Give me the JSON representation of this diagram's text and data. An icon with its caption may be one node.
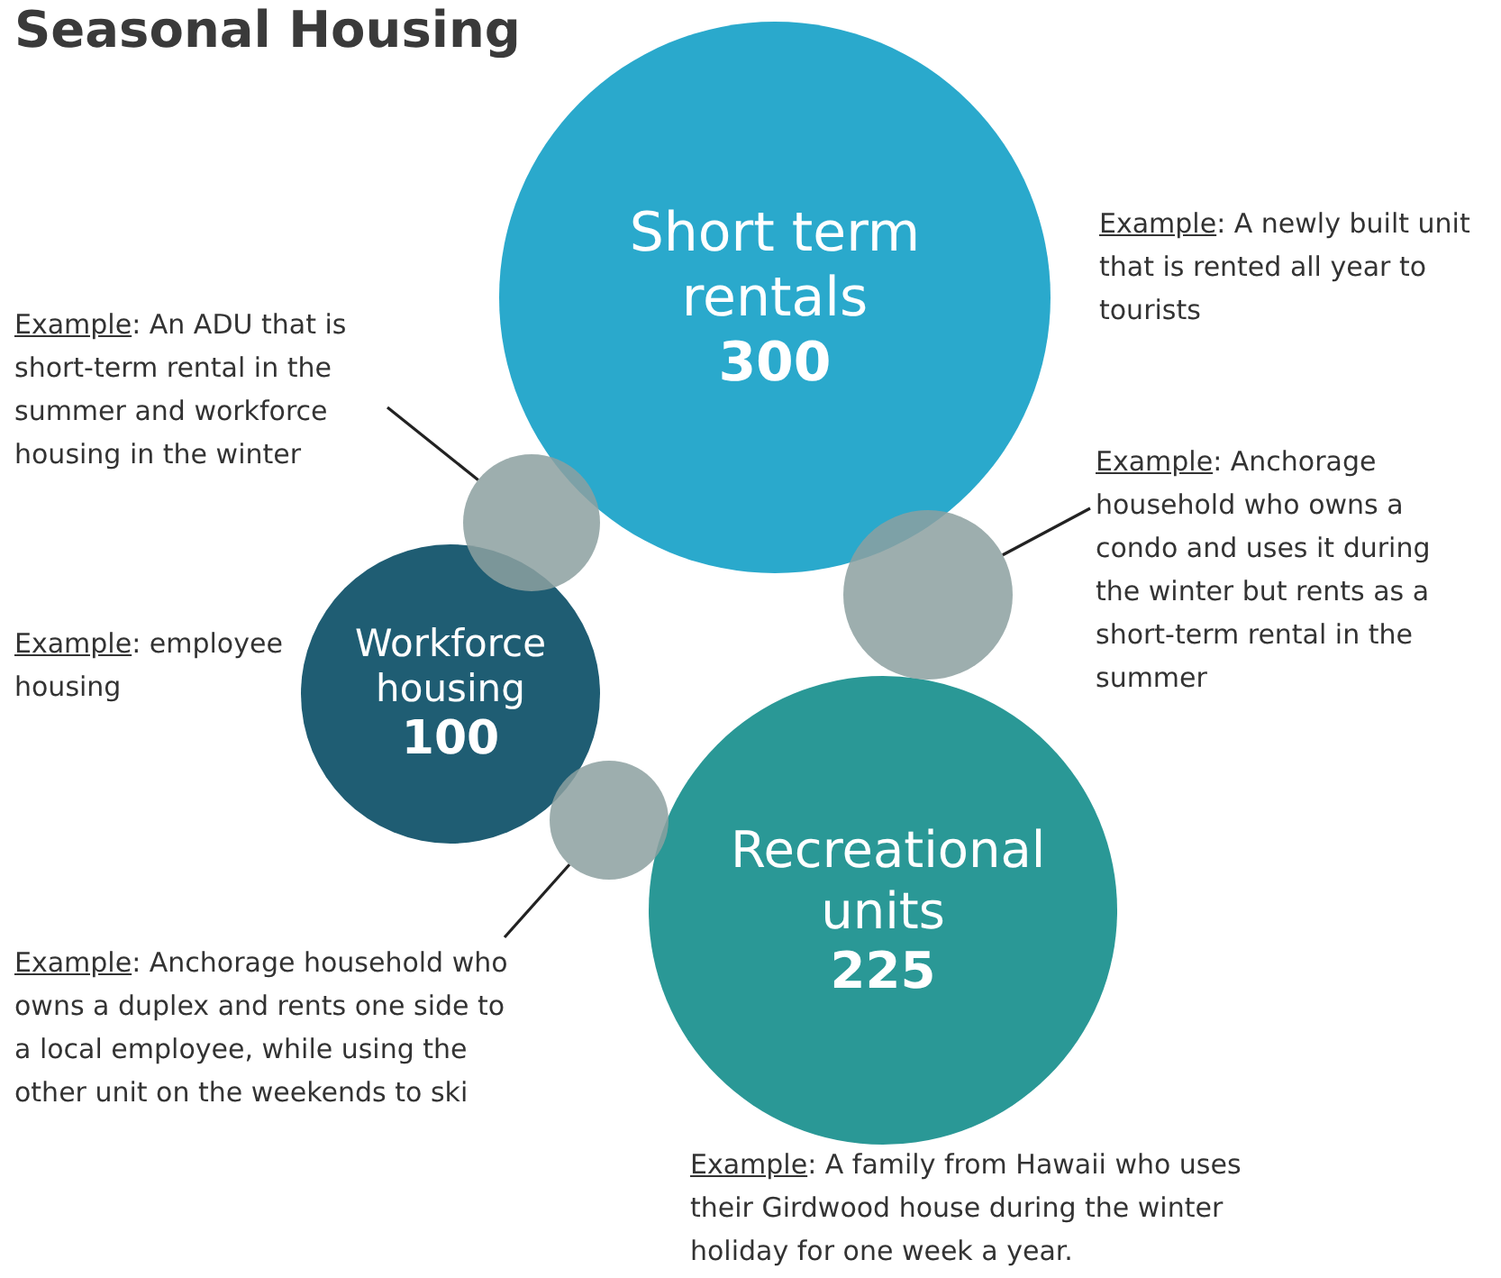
{
  "diagram": {
    "title": "Seasonal Housing",
    "nodes": [
      {
        "text": [
          "Short term rentals",
          "300"
        ],
        "beside": [
          "Example: A newly built unit that is rented all year to tourists"
        ]
      },
      {
        "text": [
          "Workforce housing",
          "100"
        ],
        "beside": [
          "Example: employee housing"
        ]
      },
      {
        "text": [
          "Recreational units",
          "225"
        ],
        "beside": [
          "Example: A family from Hawaii who uses their Girdwood house during the winter holiday for one week a year."
        ]
      },
      {
        "text": [],
        "shape": "circle"
      },
      {
        "text": [],
        "shape": "circle"
      },
      {
        "text": [],
        "shape": "circle"
      },
      {
        "text": [
          "Example: An ADU that is short-term rental in the summer and workforce housing in the winter"
        ]
      },
      {
        "text": [
          "Example: Anchorage household who owns a condo and uses it during the winter but rents as a short-term rental in the summer"
        ]
      },
      {
        "text": [
          "Example: Anchorage household who owns a duplex and rents one side to a local employee, while using the other unit on the weekends to ski"
        ]
      }
    ],
    "edges": [
      {
        "from": 6,
        "to": 3,
        "arrow": "none"
      },
      {
        "from": 7,
        "to": 4,
        "arrow": "none"
      },
      {
        "from": 8,
        "to": 5,
        "arrow": "none"
      }
    ]
  }
}
